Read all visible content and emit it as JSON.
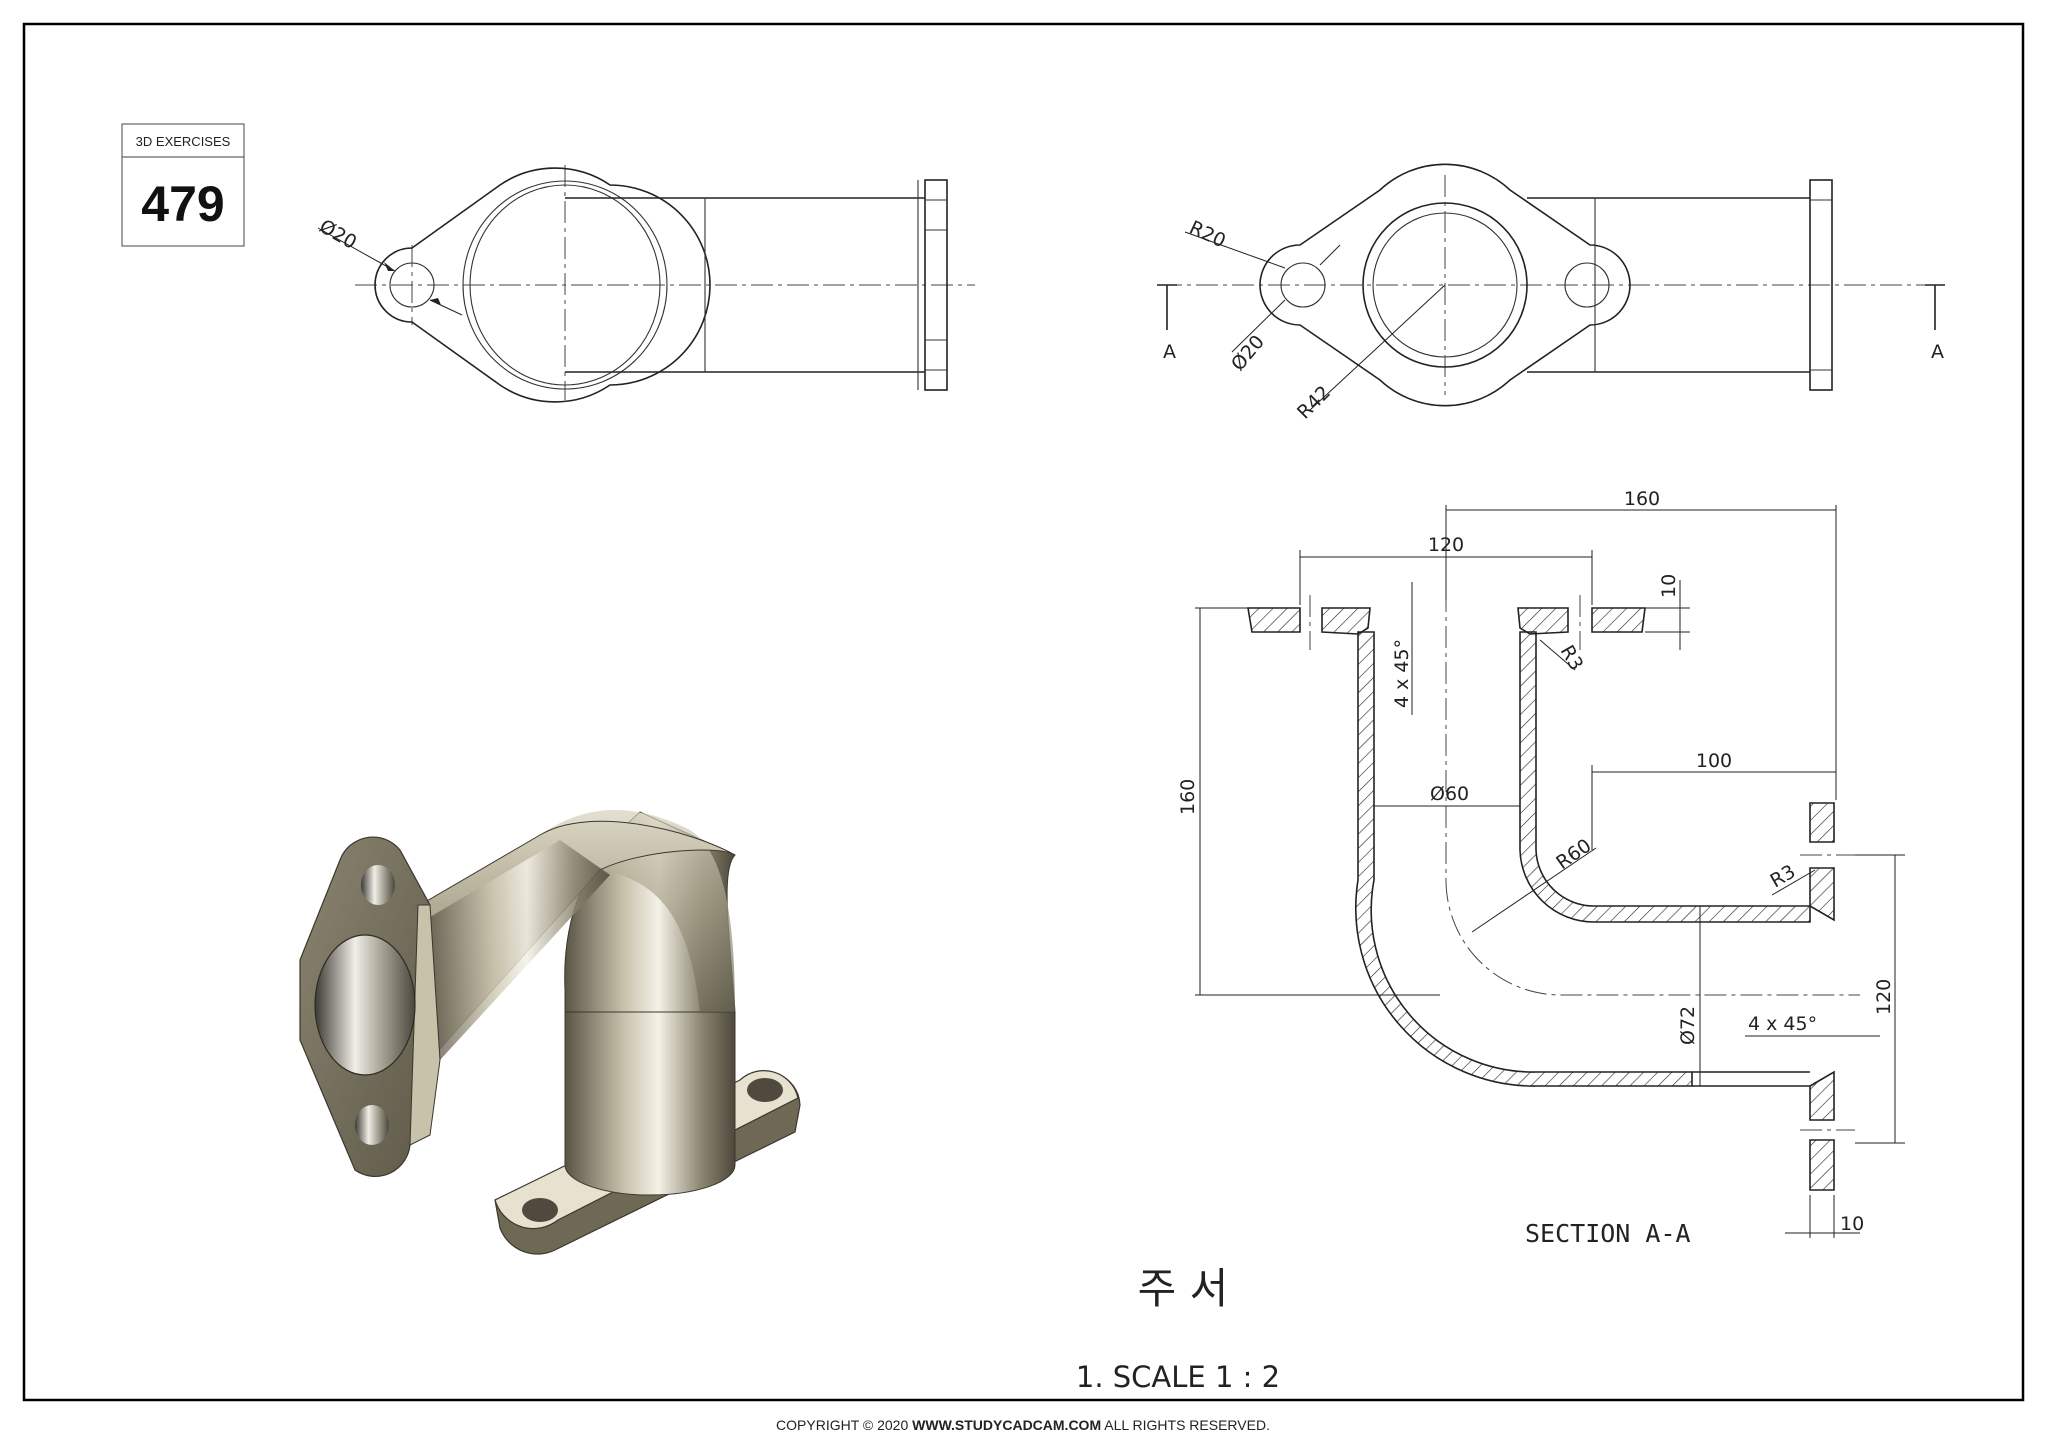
{
  "badge": {
    "title": "3D EXERCISES",
    "number": "479"
  },
  "top_view": {
    "hole_dia": "Ø20"
  },
  "front_view": {
    "flange_radius": "R20",
    "hole_dia": "Ø20",
    "body_radius": "R42",
    "section_mark": "A"
  },
  "section": {
    "label": "SECTION A-A",
    "dims": {
      "overall_width": "160",
      "flange_hole_spacing": "120",
      "flange_thickness_top": "10",
      "chamfer_top": "4 x 45°",
      "fillet_top": "R3",
      "overall_height": "160",
      "inner_dia": "Ø60",
      "offset_horizontal": "100",
      "bend_radius": "R60",
      "fillet_side": "R3",
      "outer_dia": "Ø72",
      "chamfer_side": "4 x 45°",
      "flange_hole_spacing_side": "120",
      "flange_thickness_side": "10"
    }
  },
  "notes": {
    "title": "주 서",
    "line1": "1. SCALE 1 : 2"
  },
  "footer": {
    "copyright_prefix": "COPYRIGHT © 2020 ",
    "site": "WWW.STUDYCADCAM.COM",
    "copyright_suffix": " ALL RIGHTS RESERVED."
  }
}
